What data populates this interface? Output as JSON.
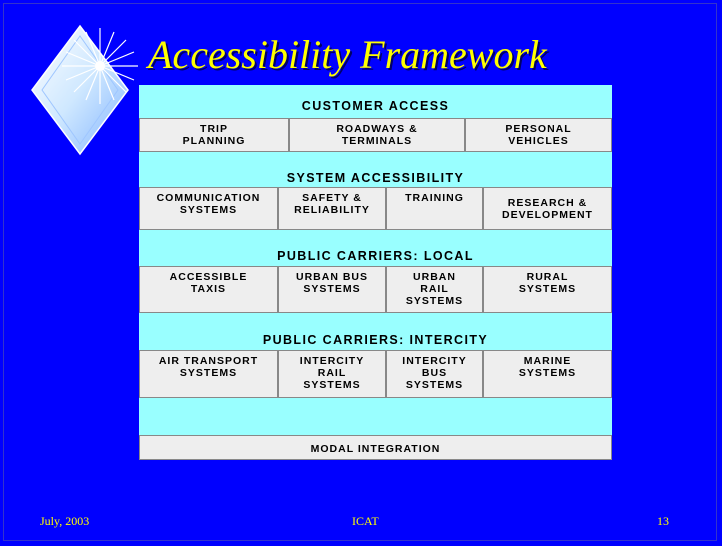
{
  "slide": {
    "title": "Accessibility Framework",
    "footer_left": "July, 2003",
    "footer_center": "ICAT",
    "page_number": "13"
  },
  "framework": {
    "customer_access": {
      "label": "CUSTOMER ACCESS",
      "cells": [
        "TRIP\nPLANNING",
        "ROADWAYS &\nTERMINALS",
        "PERSONAL\nVEHICLES"
      ]
    },
    "system_accessibility": {
      "label": "SYSTEM ACCESSIBILITY",
      "cells": [
        "COMMUNICATION\nSYSTEMS",
        "SAFETY &\nRELIABILITY",
        "TRAINING",
        "RESEARCH &\nDEVELOPMENT"
      ]
    },
    "public_carriers_local": {
      "label": "PUBLIC CARRIERS: LOCAL",
      "cells": [
        "ACCESSIBLE\nTAXIS",
        "URBAN BUS\nSYSTEMS",
        "URBAN\nRAIL\nSYSTEMS",
        "RURAL\nSYSTEMS"
      ]
    },
    "public_carriers_intercity": {
      "label": "PUBLIC CARRIERS: INTERCITY",
      "cells": [
        "AIR TRANSPORT\nSYSTEMS",
        "INTERCITY\nRAIL\nSYSTEMS",
        "INTERCITY\nBUS\nSYSTEMS",
        "MARINE\nSYSTEMS"
      ]
    },
    "modal_integration": {
      "label": "MODAL INTEGRATION"
    }
  },
  "colors": {
    "background": "#0000ff",
    "title": "#ffff00",
    "band": "#99ffff",
    "cell": "#eeeeee"
  },
  "icons": {
    "logo": "diamond-star-icon"
  }
}
